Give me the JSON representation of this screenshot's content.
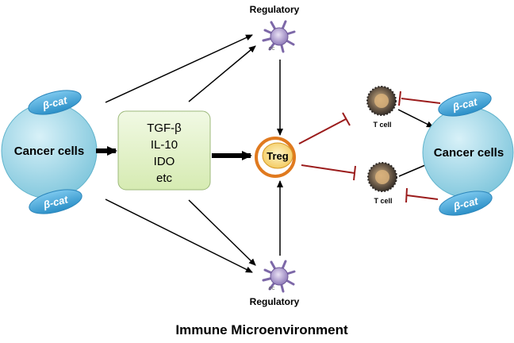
{
  "figure": {
    "caption": "Immune Microenvironment"
  },
  "left_tumor": {
    "label": "Cancer cells",
    "beta_cat_top": "β-cat",
    "beta_cat_bottom": "β-cat"
  },
  "right_tumor": {
    "label": "Cancer cells",
    "beta_cat_top": "β-cat",
    "beta_cat_bottom": "β-cat"
  },
  "cytokines": {
    "items": [
      "TGF-β",
      "IL-10",
      "IDO",
      "etc"
    ]
  },
  "treg": {
    "label": "Treg"
  },
  "regulatory_dc_top": {
    "label": "Regulatory",
    "cell_tag": "DC"
  },
  "regulatory_dc_bottom": {
    "label": "Regulatory",
    "cell_tag": "DC"
  },
  "t_cell_top": {
    "label": "T cell"
  },
  "t_cell_bottom": {
    "label": "T cell"
  },
  "colors": {
    "tumor_fill": "#8fd3e6",
    "beta_cat_fill": "#3aa7db",
    "cytokine_box": "#e3f2c8",
    "inhibition_line": "#9b1c1c",
    "arrow": "#000000",
    "treg_ring": "#e07a1f",
    "dc_fill": "#a893c9"
  }
}
